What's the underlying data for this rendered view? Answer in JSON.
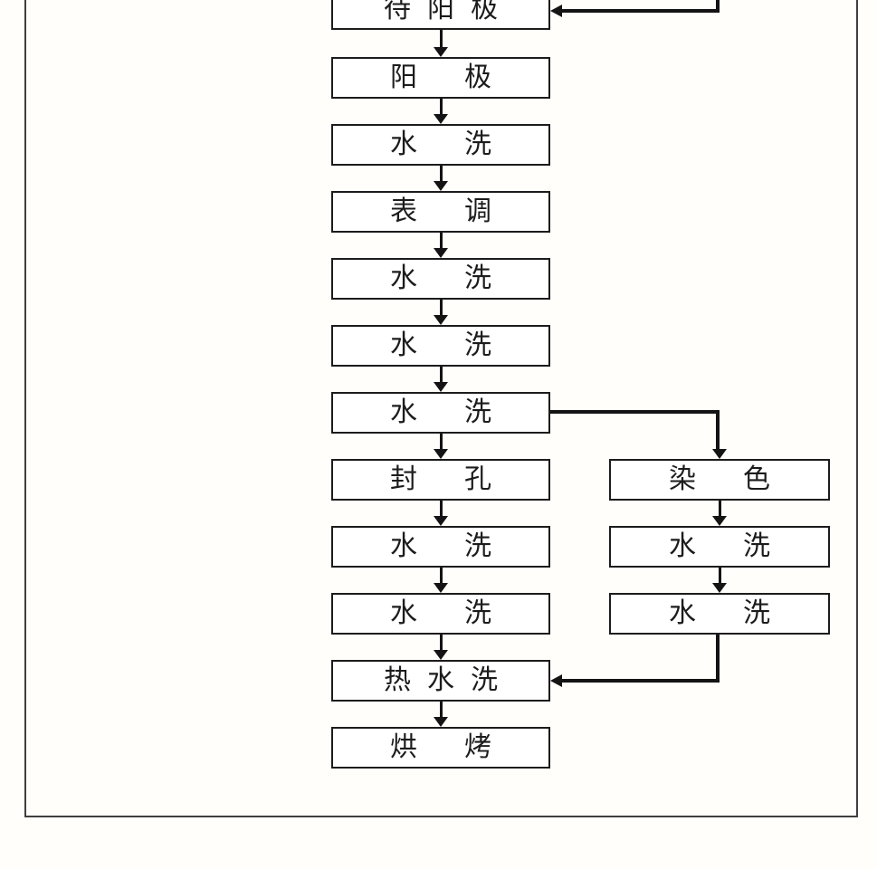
{
  "diagram": {
    "type": "flowchart",
    "description_labels": {
      "main_flow": [
        "待阳极",
        "阳极",
        "水洗",
        "表调",
        "水洗",
        "水洗",
        "水洗",
        "封孔",
        "水洗",
        "水洗",
        "热水洗",
        "烘烤"
      ],
      "branch_flow": [
        "染色",
        "水洗",
        "水洗"
      ]
    },
    "main_flow": [
      "待阳极",
      "阳极",
      "水洗",
      "表调",
      "水洗",
      "水洗",
      "水洗",
      "封孔",
      "水洗",
      "水洗",
      "热水洗",
      "烘烤"
    ],
    "branch_flow": [
      "染色",
      "水洗",
      "水洗"
    ],
    "branch": {
      "from_label": "水洗",
      "from_index": 6,
      "to_label": "染色",
      "merge_into_label": "热水洗",
      "merge_into_index": 10
    },
    "feedback_arrow": {
      "enters": "待阳极",
      "from": "top-right"
    },
    "colors": {
      "line": "#141414",
      "box_border": "#1c1c1c",
      "box_background": "#ffffff",
      "frame": "#3f3f3f",
      "background": "#fffefb"
    }
  }
}
